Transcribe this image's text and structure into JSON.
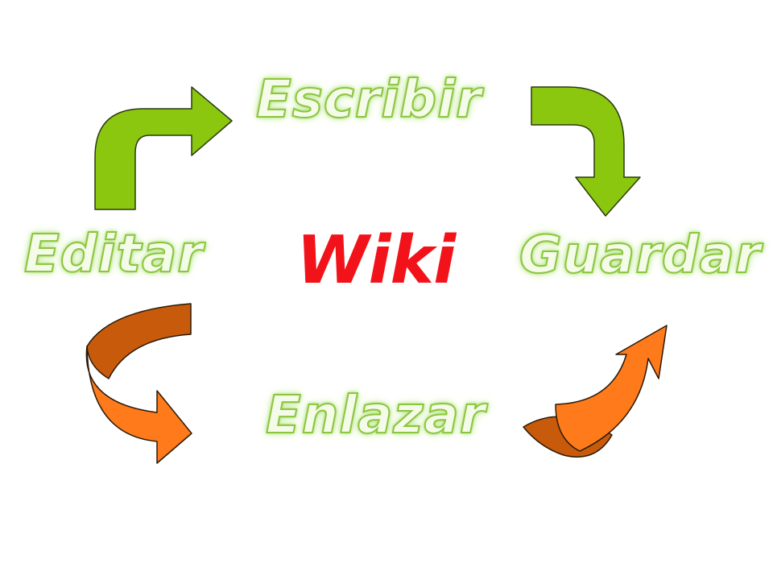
{
  "diagram": {
    "center_label": "Wiki",
    "stages": [
      {
        "label": "Escribir"
      },
      {
        "label": "Guardar"
      },
      {
        "label": "Enlazar"
      },
      {
        "label": "Editar"
      }
    ]
  },
  "colors": {
    "stage_text_fill": "#f4fbe8",
    "stage_text_outline": "#8cc63f",
    "green_arrow": "#8cc710",
    "orange_arrow_front": "#ff7a1a",
    "orange_arrow_back": "#c85a0c",
    "center_text": "#f2121a"
  }
}
